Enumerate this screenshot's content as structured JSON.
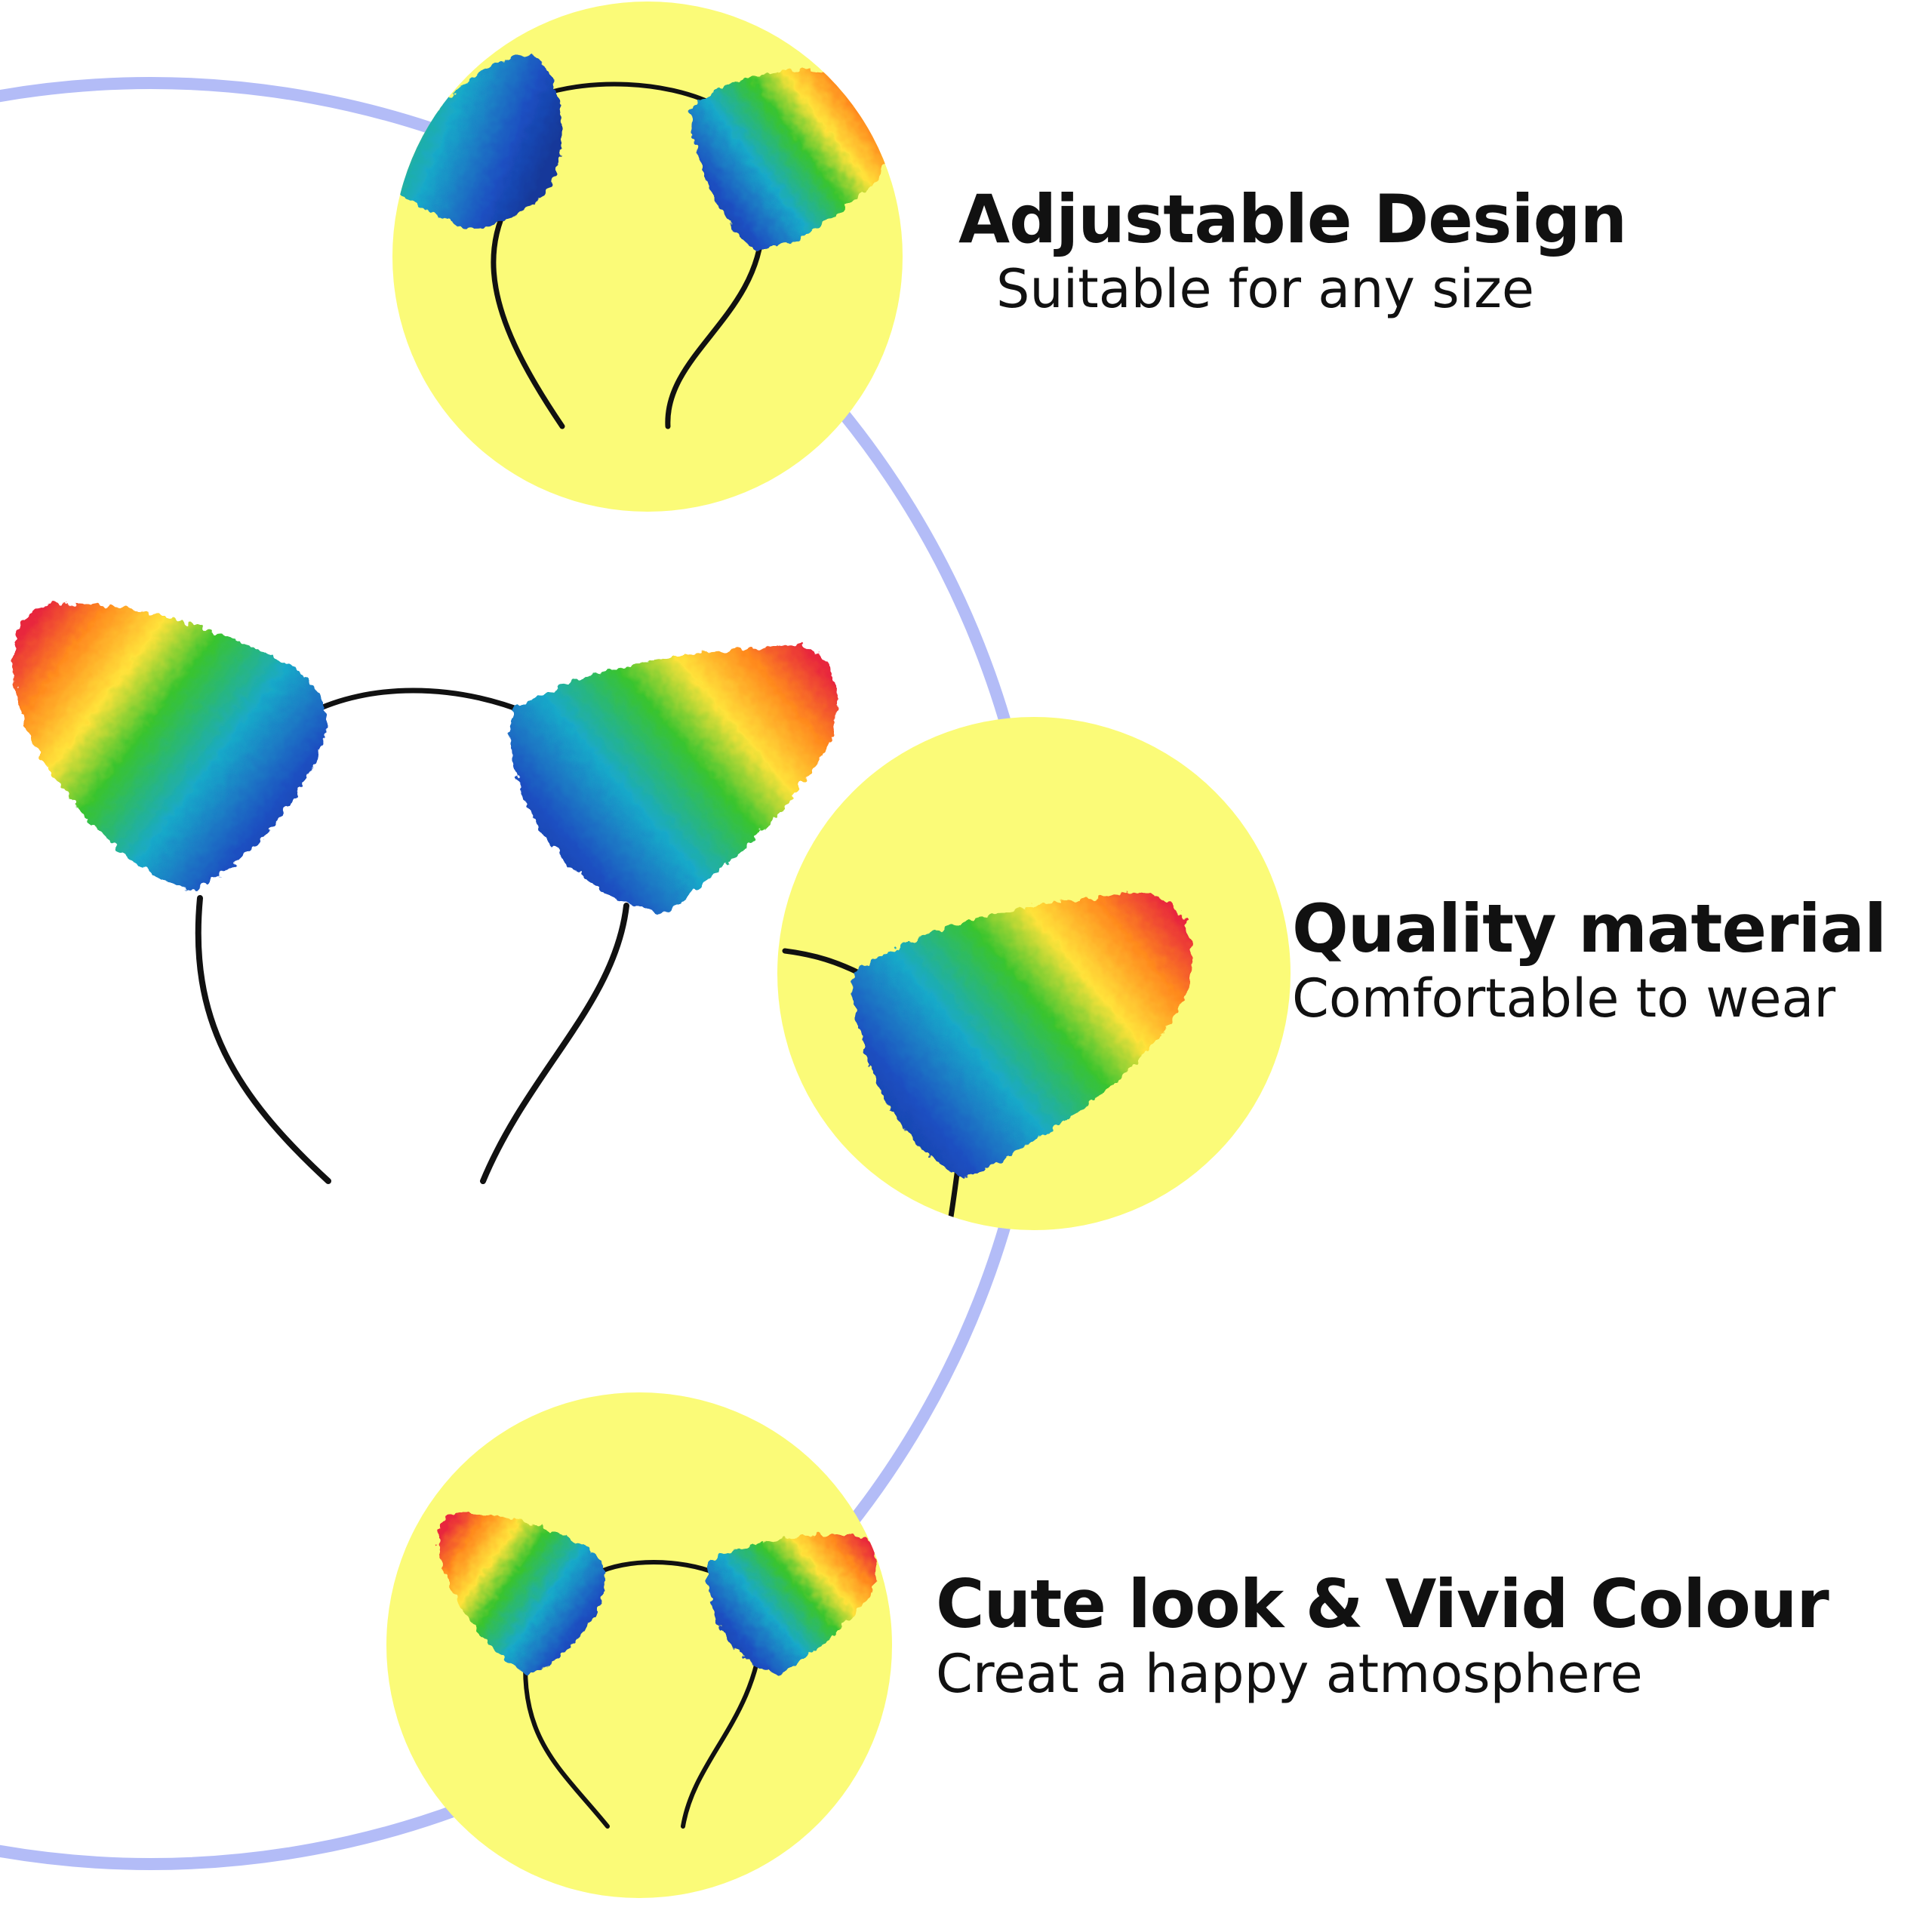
{
  "colors": {
    "background": "#ffffff",
    "ring": "#b3bcf7",
    "spot": "#fbfb78",
    "headband": "#111111",
    "text": "#111111",
    "fur": [
      "#e8283c",
      "#ff8a1e",
      "#ffe23a",
      "#39c42e",
      "#19a9c9",
      "#1b4fc1"
    ]
  },
  "features": [
    {
      "title": "Adjustable Design",
      "subtitle": "Suitable for any size",
      "icon": "cat-ear-headband-icon"
    },
    {
      "title": "Quality material",
      "subtitle": "Comfortable to wear",
      "icon": "plush-ear-closeup-icon"
    },
    {
      "title": "Cute look & Vivid Colour",
      "subtitle": "Creat a happy atmosphere",
      "icon": "cat-ear-headband-icon"
    }
  ]
}
